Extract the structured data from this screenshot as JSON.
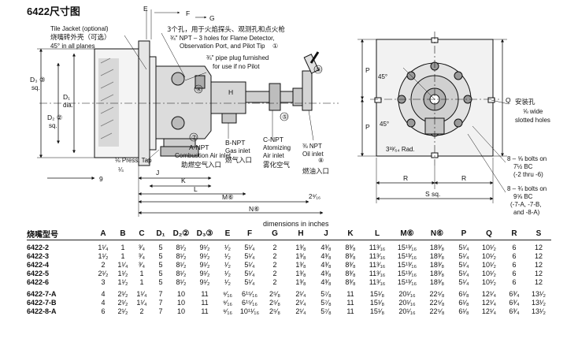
{
  "title": "6422尺寸图",
  "drawing": {
    "tile_jacket_en": "Tile Jacket (optional)",
    "tile_jacket_cn": "烧嘴砖外壳（可选）",
    "angle_all_planes": "45° in all planes",
    "holes_cn": "3个孔，用于火焰探头、观测孔和点火枪",
    "holes_en1": "¾\" NPT – 3 holes for Flame Detector,",
    "holes_en2": "Observation Port, and Pilot Tip",
    "pipe_plug1": "¾\" pipe plug furnished",
    "pipe_plug2": "for use if no Pilot",
    "press_tap": "⅛ Press. Tap",
    "a_npt1": "A-NPT",
    "a_npt2": "Combustion Air inlet",
    "a_npt_cn": "助燃空气入口",
    "b_npt1": "B-NPT",
    "b_npt2": "Gas inlet",
    "b_npt_cn": "燃气入口",
    "c_npt1": "C-NPT",
    "c_npt2": "Atomizing",
    "c_npt3": "Air inlet",
    "c_npt_cn": "雾化空气",
    "oil1": "⅜ NPT",
    "oil2": "Oil inlet",
    "oil_cn": "燃油入口",
    "mount_cn": "安装孔",
    "mount_en1": "⅝ wide",
    "mount_en2": "slotted holes",
    "bolts1_1": "8 – ⅝ bolts on",
    "bolts1_2": "7½ BC",
    "bolts1_3": "(-2 thru -6)",
    "bolts2_1": "8 – ¾ bolts on",
    "bolts2_2": "9⅝ BC",
    "bolts2_3": "(-7-A, -7-B,",
    "bolts2_4": "and -8-A)",
    "rad": "3³³⁄₆₄ Rad.",
    "s_sq": "S sq.",
    "d3": "D₃ ③",
    "sq": "sq.",
    "d1": "D₁",
    "dia": "dia.",
    "d2": "D₂ ②",
    "ang45": "45°",
    "lbl_e": "E",
    "lbl_f": "F",
    "lbl_g": "G",
    "lbl_h": "H",
    "lbl_j": "J",
    "lbl_k": "K",
    "lbl_l": "L",
    "lbl_m": "M⑥",
    "lbl_n": "N⑥",
    "lbl_p": "P",
    "lbl_q": "Q",
    "lbl_r": "R",
    "lbl_nine": "9",
    "lbl_quarter": "¼",
    "lbl_frac": "2⁹⁄₁₆",
    "c1": "①",
    "c4": "④",
    "c5": "⑤",
    "c7": "⑦",
    "c8": "⑧",
    "c9": "⑨"
  },
  "table": {
    "caption": "dimensions in inches",
    "model_header": "烧嘴型号",
    "headers": [
      "A",
      "B",
      "C",
      "D₁",
      "D₂②",
      "D₃③",
      "E",
      "F",
      "G",
      "H",
      "J",
      "K",
      "L",
      "M⑥",
      "N⑥",
      "P",
      "Q",
      "R",
      "S"
    ],
    "rows": [
      [
        "6422-2",
        "1¹⁄₄",
        "1",
        "³⁄₄",
        "5",
        "8¹⁄₂",
        "9¹⁄₂",
        "¹⁄₂",
        "5¹⁄₄",
        "2",
        "1³⁄₈",
        "4³⁄₈",
        "8³⁄₈",
        "11³⁄₁₆",
        "15¹³⁄₁₆",
        "18³⁄₈",
        "5¹⁄₄",
        "10¹⁄₂",
        "6",
        "12"
      ],
      [
        "6422-3",
        "1¹⁄₂",
        "1",
        "³⁄₄",
        "5",
        "8¹⁄₂",
        "9¹⁄₂",
        "¹⁄₂",
        "5¹⁄₄",
        "2",
        "1³⁄₈",
        "4³⁄₈",
        "8³⁄₈",
        "11³⁄₁₆",
        "15¹³⁄₁₆",
        "18³⁄₈",
        "5¹⁄₄",
        "10¹⁄₂",
        "6",
        "12"
      ],
      [
        "6422-4",
        "2",
        "1¹⁄₄",
        "³⁄₄",
        "5",
        "8¹⁄₂",
        "9¹⁄₂",
        "¹⁄₂",
        "5¹⁄₄",
        "2",
        "1³⁄₈",
        "4³⁄₈",
        "8³⁄₈",
        "11³⁄₁₆",
        "15¹³⁄₁₆",
        "18³⁄₈",
        "5¹⁄₄",
        "10¹⁄₂",
        "6",
        "12"
      ],
      [
        "6422-5",
        "2¹⁄₂",
        "1¹⁄₂",
        "1",
        "5",
        "8¹⁄₂",
        "9¹⁄₂",
        "¹⁄₂",
        "5¹⁄₄",
        "2",
        "1³⁄₈",
        "4³⁄₈",
        "8³⁄₈",
        "11³⁄₁₆",
        "15¹³⁄₁₆",
        "18³⁄₈",
        "5¹⁄₄",
        "10¹⁄₂",
        "6",
        "12"
      ],
      [
        "6422-6",
        "3",
        "1¹⁄₂",
        "1",
        "5",
        "8¹⁄₂",
        "9¹⁄₂",
        "¹⁄₂",
        "5¹⁄₄",
        "2",
        "1³⁄₈",
        "4³⁄₈",
        "8³⁄₈",
        "11³⁄₁₆",
        "15¹³⁄₁₆",
        "18³⁄₈",
        "5¹⁄₄",
        "10¹⁄₂",
        "6",
        "12"
      ],
      [
        "6422-7-A",
        "4",
        "2¹⁄₂",
        "1¹⁄₄",
        "7",
        "10",
        "11",
        "⁹⁄₁₆",
        "6¹⁵⁄₁₆",
        "2⁵⁄₈",
        "2¹⁄₄",
        "5⁷⁄₈",
        "11",
        "15¹⁄₈",
        "20¹⁄₁₆",
        "22⁵⁄₈",
        "6¹⁄₈",
        "12¹⁄₄",
        "6³⁄₄",
        "13¹⁄₂"
      ],
      [
        "6422-7-B",
        "4",
        "2¹⁄₂",
        "1¹⁄₄",
        "7",
        "10",
        "11",
        "⁹⁄₁₆",
        "6¹⁵⁄₁₆",
        "2⁵⁄₈",
        "2¹⁄₄",
        "5⁷⁄₈",
        "11",
        "15¹⁄₈",
        "20¹⁄₁₆",
        "22⁵⁄₈",
        "6¹⁄₈",
        "12¹⁄₄",
        "6³⁄₄",
        "13¹⁄₂"
      ],
      [
        "6422-8-A",
        "6",
        "2¹⁄₂",
        "2",
        "7",
        "10",
        "11",
        "⁹⁄₁₆",
        "10¹¹⁄₁₆",
        "2⁵⁄₈",
        "2¹⁄₄",
        "5⁷⁄₈",
        "11",
        "15¹⁄₈",
        "20¹⁄₁₆",
        "22⁵⁄₈",
        "6¹⁄₈",
        "12¹⁄₄",
        "6³⁄₄",
        "13¹⁄₂"
      ]
    ]
  }
}
